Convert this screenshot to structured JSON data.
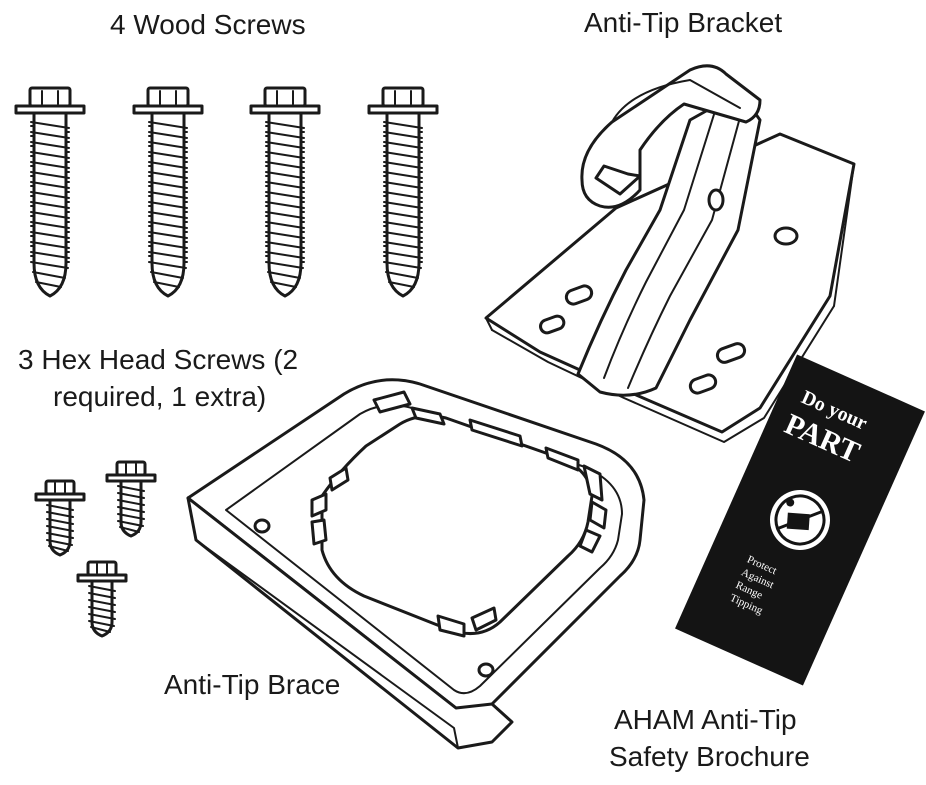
{
  "labels": {
    "wood_screws": "4 Wood Screws",
    "bracket": "Anti-Tip Bracket",
    "hex_line1": "3 Hex Head Screws (2",
    "hex_line2": "required, 1 extra)",
    "brace": "Anti-Tip Brace",
    "brochure_line1": "AHAM Anti-Tip",
    "brochure_line2": "Safety Brochure"
  },
  "brochure": {
    "title_line1": "Do your",
    "title_line2": "PART",
    "small_line1": "Protect",
    "small_line2": "Against",
    "small_line3": "Range",
    "small_line4": "Tipping",
    "cover_color": "#141414"
  },
  "counts": {
    "wood_screws": 4,
    "hex_screws": 3
  }
}
